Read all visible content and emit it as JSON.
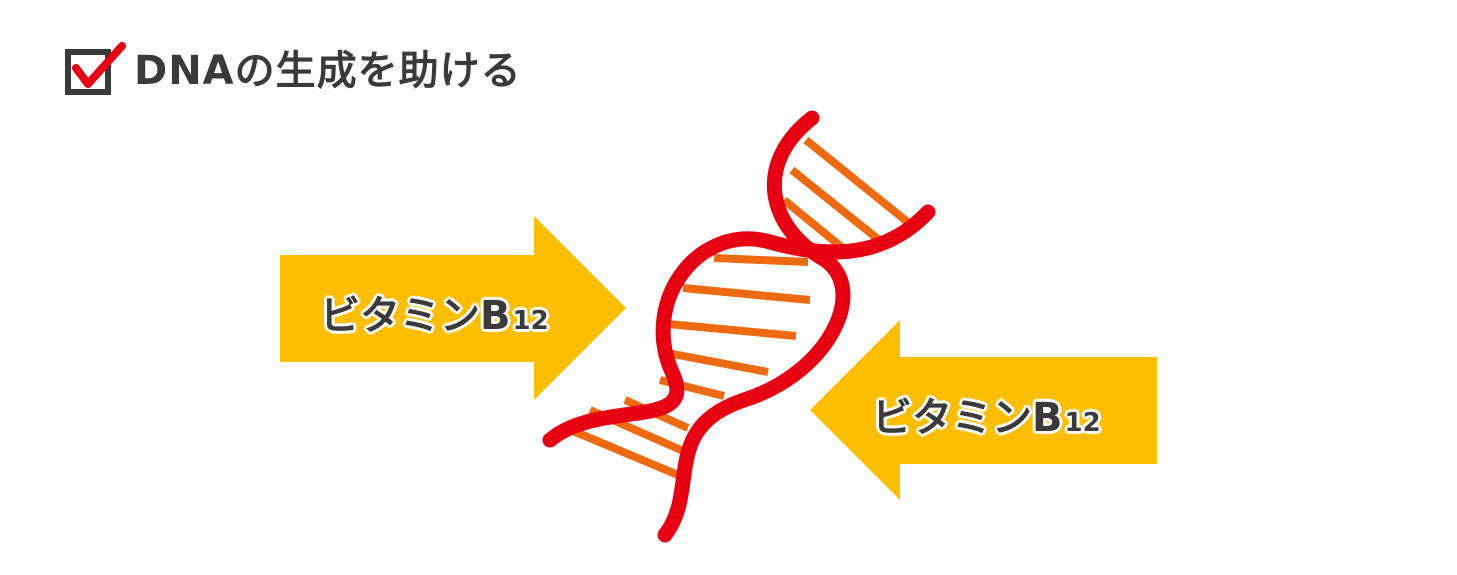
{
  "header": {
    "title": "DNAの生成を助ける",
    "icon": "checkbox-checked-icon"
  },
  "arrows": [
    {
      "label": "ビタミンB",
      "subscript": "12",
      "direction": "right"
    },
    {
      "label": "ビタミンB",
      "subscript": "12",
      "direction": "left"
    }
  ],
  "colors": {
    "arrow_fill": "#FDBE00",
    "dna_strand": "#E60012",
    "dna_rung": "#EE6A10",
    "checkmark": "#E60012",
    "box": "#3A3A3A",
    "text": "#3A3A3A"
  }
}
